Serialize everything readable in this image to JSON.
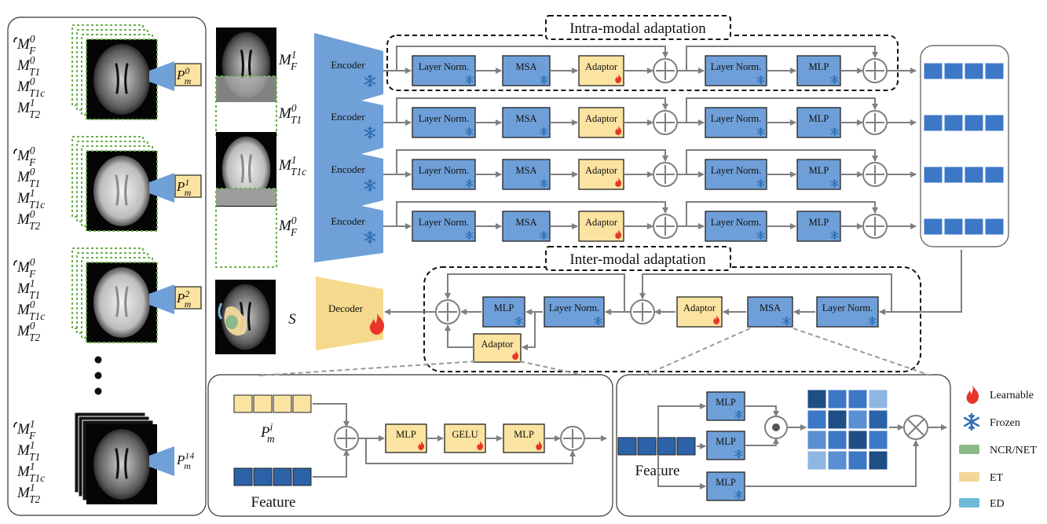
{
  "titles": {
    "intra": "Intra-modal adaptation",
    "inter": "Inter-modal adaptation"
  },
  "blocks": {
    "encoder": "Encoder",
    "decoder": "Decoder",
    "layer_norm": "Layer Norm.",
    "msa": "MSA",
    "adaptor": "Adaptor",
    "mlp": "MLP",
    "gelu": "GELU"
  },
  "modality_groups": [
    {
      "lines": [
        [
          "M",
          "F",
          "0"
        ],
        [
          "M",
          "T1",
          "0"
        ],
        [
          "M",
          "T1c",
          "0"
        ],
        [
          "M",
          "T2",
          "1"
        ]
      ],
      "prompt": [
        "P",
        "m",
        "0"
      ]
    },
    {
      "lines": [
        [
          "M",
          "F",
          "0"
        ],
        [
          "M",
          "T1",
          "0"
        ],
        [
          "M",
          "T1c",
          "1"
        ],
        [
          "M",
          "T2",
          "0"
        ]
      ],
      "prompt": [
        "P",
        "m",
        "1"
      ]
    },
    {
      "lines": [
        [
          "M",
          "F",
          "0"
        ],
        [
          "M",
          "T1",
          "1"
        ],
        [
          "M",
          "T1c",
          "0"
        ],
        [
          "M",
          "T2",
          "0"
        ]
      ],
      "prompt": [
        "P",
        "m",
        "2"
      ]
    },
    {
      "lines": [
        [
          "M",
          "F",
          "1"
        ],
        [
          "M",
          "T1",
          "1"
        ],
        [
          "M",
          "T1c",
          "1"
        ],
        [
          "M",
          "T2",
          "1"
        ]
      ],
      "prompt": [
        "P",
        "m",
        "14"
      ]
    }
  ],
  "input_labels": [
    [
      "M",
      "F",
      "1"
    ],
    [
      "M",
      "T1",
      "0"
    ],
    [
      "M",
      "T1c",
      "1"
    ],
    [
      "M",
      "F",
      "0"
    ]
  ],
  "seg_label": "S",
  "adaptor_detail": {
    "prompt_label": [
      "P",
      "m",
      "i"
    ],
    "feature_label": "Feature"
  },
  "msa_detail": {
    "feature_label": "Feature"
  },
  "legend": [
    {
      "icon": "flame-icon",
      "label": "Learnable"
    },
    {
      "icon": "snowflake-icon",
      "label": "Frozen"
    },
    {
      "color": "#8db98a",
      "label": "NCR/NET"
    },
    {
      "color": "#f3d79a",
      "label": "ET"
    },
    {
      "color": "#6fb8d8",
      "label": "ED"
    }
  ],
  "colors": {
    "frozen_block": "#6f9fd8",
    "learnable_block": "#fbe3a1",
    "token": "#3d78c7",
    "token_dark": "#2c63a8",
    "arrow": "#7f7f7f"
  }
}
